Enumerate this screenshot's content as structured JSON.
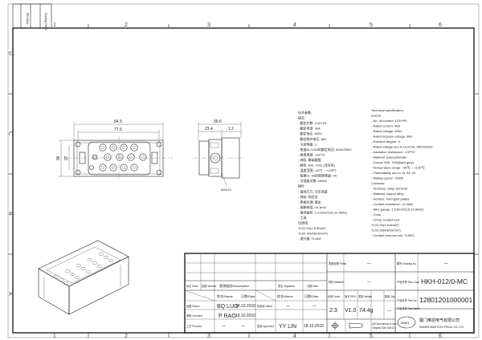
{
  "revision_strip": {
    "label_a": "REV./Date",
    "label_b": "Drawing Check"
  },
  "zones": {
    "columns": [
      "1",
      "2",
      "3",
      "4",
      "5",
      "6"
    ],
    "rows": [
      "D",
      "C",
      "B",
      "A"
    ]
  },
  "dimensions": {
    "front_width_outer": "84.5",
    "front_width_inner": "77.5",
    "front_height_outer": "36",
    "front_height_inner": "27",
    "side_depth": "39.6",
    "side_offset": "23.4",
    "side_small": "1.2",
    "screw": "M3X10"
  },
  "spec_cn": [
    "技术参数:",
    "插芯:",
    "- 额定芯数: 12/0+PE",
    "- 额定电流: 40A",
    "- 额定电压: 690V",
    "- 额定脉冲电压: 8kV",
    "- 污染等级: 3",
    "- 依据UL/CSA的额定电压: 600V/300V",
    "- 绝缘电阻: ≥10¹⁰Ω",
    "- 材料: 聚碳酸酯",
    "- 颜色: RAL 7032 (浅灰色)",
    "- 温度范围: -40℃ ~ +125℃",
    "- 依据UL 94的阻燃等级: V0",
    "- 可插拔次数: ≥5000",
    "插针:",
    "- 接线方式: 冷压连接",
    "- 材料: 铜合金",
    "- 表面处理: 镀金",
    "- 接触电阻: ≤0.3mΩ",
    "- 接线面积: 1.5-6mm²(16-10 AWG)",
    "- 工具:",
    "   压线钳:",
    "   TL02-00(1.5-6mm²)",
    "   TL02-30(4/6/10mm²)",
    " - 退针器: TL06G"
  ],
  "spec_en": [
    "Technical specification:",
    "Inserts:",
    "- No. of contact: 12/0+PE",
    "- Rated current: 40A",
    "- Rated voltage: 690V",
    "- Rated impulse voltage: 8kV",
    "- Pollution degree: 3",
    "- Rated voltage acc.to UL/CSA: 600V/300V",
    "- Insulation resistance: >10¹⁰Ω",
    "- Material: polycarbonate",
    "- Colour: RAL 7032(light grey)",
    "- Temperature range: -40℃ ~ +125℃",
    "- Flammability acc.to UL 94: V0",
    "- Mating cycles: >5000",
    "Contacts:",
    "- Terminal: crimp terminal",
    "- Material: copper alloy",
    "- Surface: hard-gold plated",
    "- Contact resistance: <0.3mΩ",
    "- Wire gauge: 1.5-6mm²(16-10 AWG)",
    "- Tools:",
    "   · Crimp contact tool:",
    "     TL02-00(1.5-6mm²)",
    "     TL02-30(4/6/10mm²)",
    "   · Contact removal tool: TL06G"
  ],
  "title_block": {
    "mark": "标记 Mark",
    "number": "处数 Number",
    "description": "更改描述/Description",
    "signature": "签名 Signature",
    "date": "日期 Date",
    "name_hdr": "姓名/Name",
    "date_hdr": "日期/Date",
    "name_hdr2": "姓名/Name",
    "date_hdr2": "日期/Date",
    "drawn": "绘图 Drawn",
    "checked": "审核 Checked",
    "process": "工艺 Process",
    "stand": "标准化 Stand.",
    "approved": "批准 Approved",
    "drawn_name": "BQ LUO",
    "drawn_date": "18.10.2010",
    "checked_name": "P RAO",
    "checked_date": "18.10.2010",
    "process_name": "—",
    "process_date": "—",
    "stand_name": "—",
    "stand_date": "—",
    "approved_name": "YY LIN",
    "approved_date": "18.10.2010",
    "finish_label": "表面处理 Finish",
    "finish_value": "—",
    "material_label": "材料 Material",
    "material_value": "—",
    "scale_label": "比例 Scale",
    "rev_label": "版本 REV.",
    "weight_label": "重量 Weight",
    "qty_label": "数量 Qty.",
    "scale_value": "2:3",
    "rev_value": "V1.0",
    "weight_value": "74.4g",
    "qty_value": "—",
    "dims_note_1": "All Dimensions in mm",
    "dims_note_2": "Original Size DIN A 4",
    "drawing_no_label": "图号 Drawing No.",
    "drawing_no_value": "—",
    "part_code_label": "产品代号 Part Code",
    "part_code_value": "HKH-012/0-MC",
    "part_no_label": "产品料号 Part No.",
    "part_no_value": "12801201000001",
    "part_name_label": "产品名称 Part Name",
    "part_name_value": "—",
    "company_cn": "厦门唯恩电气有限公司",
    "company_en": "XIAMEN WAIN ELECTRICAL CO.,LTD",
    "logo_text": "WAIN"
  }
}
